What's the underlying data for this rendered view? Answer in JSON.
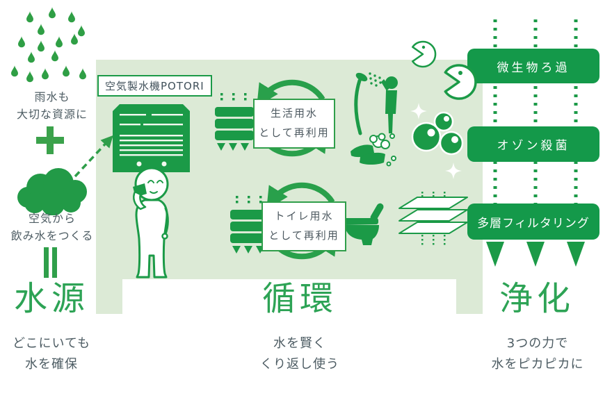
{
  "colors": {
    "primary_green": "#1b9a47",
    "panel_green": "#dcead6",
    "heading_green": "#2da355",
    "caption_gray": "#4d5c63",
    "pill_green": "#14994a",
    "white": "#ffffff"
  },
  "source_column": {
    "rain_caption": {
      "line1": "雨水も",
      "line2": "大切な資源に"
    },
    "plus_symbol": "＋",
    "cloud_caption": {
      "line1": "空気から",
      "line2": "飲み水をつくる"
    },
    "equals_symbol": "＝",
    "heading": "水源",
    "caption": {
      "line1": "どこにいても",
      "line2": "水を確保"
    }
  },
  "machine": {
    "label": "空気製水機POTORI"
  },
  "circulation": {
    "top_cycle": {
      "line1": "生活用水",
      "line2": "として再利用"
    },
    "bottom_cycle": {
      "line1": "トイレ用水",
      "line2": "として再利用"
    },
    "heading": "循環",
    "caption": {
      "line1": "水を賢く",
      "line2": "くり返し使う"
    }
  },
  "purification": {
    "steps": [
      "微生物ろ過",
      "オゾン殺菌",
      "多層フィルタリング"
    ],
    "heading": "浄化",
    "caption": {
      "line1": "3つの力で",
      "line2": "水をピカピカに"
    }
  },
  "icons": {
    "rain": "rain-drops-icon",
    "plus": "plus-icon",
    "cloud": "cloud-icon",
    "dashed_arrow": "dashed-arrow-icon",
    "equals": "equals-icon",
    "machine": "water-machine-icon",
    "person": "person-drinking-icon",
    "cycle": "recycle-arrows-icon",
    "tank": "water-tank-icon",
    "shower": "shower-icon",
    "handwash": "hand-washing-icon",
    "toilet": "toilet-icon",
    "microbes": "microbes-icon",
    "ozone": "ozone-bubbles-icon",
    "sparkle": "sparkle-icon",
    "filter": "filter-layers-icon",
    "flow": "down-flow-arrows-icon"
  }
}
